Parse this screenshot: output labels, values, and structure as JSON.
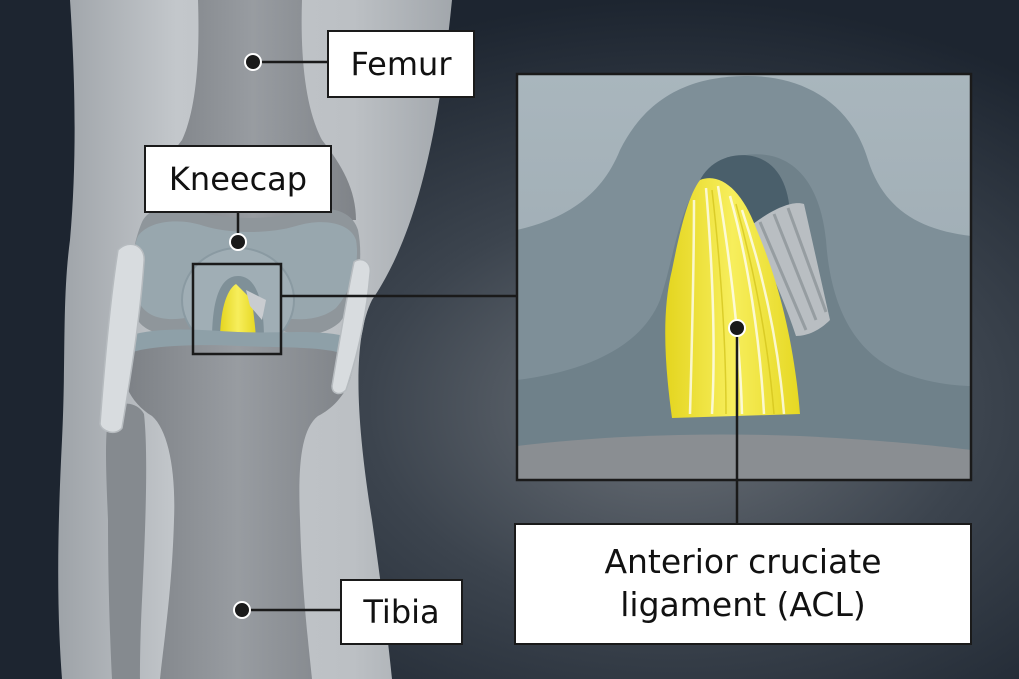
{
  "labels": {
    "femur": "Femur",
    "kneecap": "Kneecap",
    "tibia": "Tibia",
    "acl_line1": "Anterior cruciate",
    "acl_line2": "ligament (ACL)"
  },
  "colors": {
    "background": "#1d2530",
    "leg_skin": "#b7bcc1",
    "bone": "#8d9196",
    "cartilage": "#8fa3ad",
    "acl_yellow": "#f2e533",
    "pcl_gray": "#c9ccd0",
    "leader_line": "#1a1a1a"
  }
}
